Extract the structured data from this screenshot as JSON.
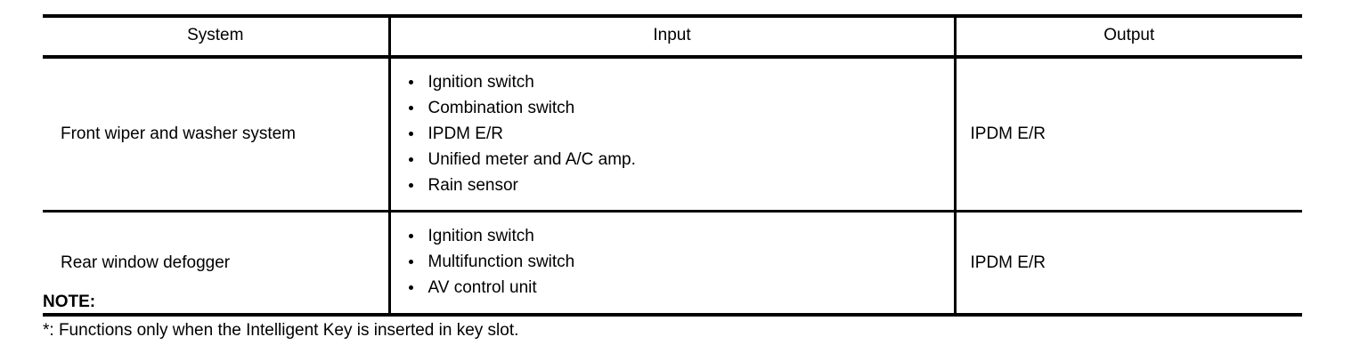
{
  "table": {
    "columns": [
      "System",
      "Input",
      "Output"
    ],
    "rows": [
      {
        "system": "Front wiper and washer system",
        "input": [
          "Ignition switch",
          "Combination switch",
          "IPDM E/R",
          "Unified meter and A/C amp.",
          "Rain sensor"
        ],
        "output": "IPDM E/R"
      },
      {
        "system": "Rear window defogger",
        "input": [
          "Ignition switch",
          "Multifunction switch",
          "AV control unit"
        ],
        "output": "IPDM E/R"
      }
    ]
  },
  "note": {
    "title": "NOTE:",
    "lines": [
      "*: Functions only when the Intelligent Key is inserted in key slot."
    ]
  },
  "colors": {
    "text": "#000000",
    "rule": "#000000",
    "background": "#ffffff"
  }
}
